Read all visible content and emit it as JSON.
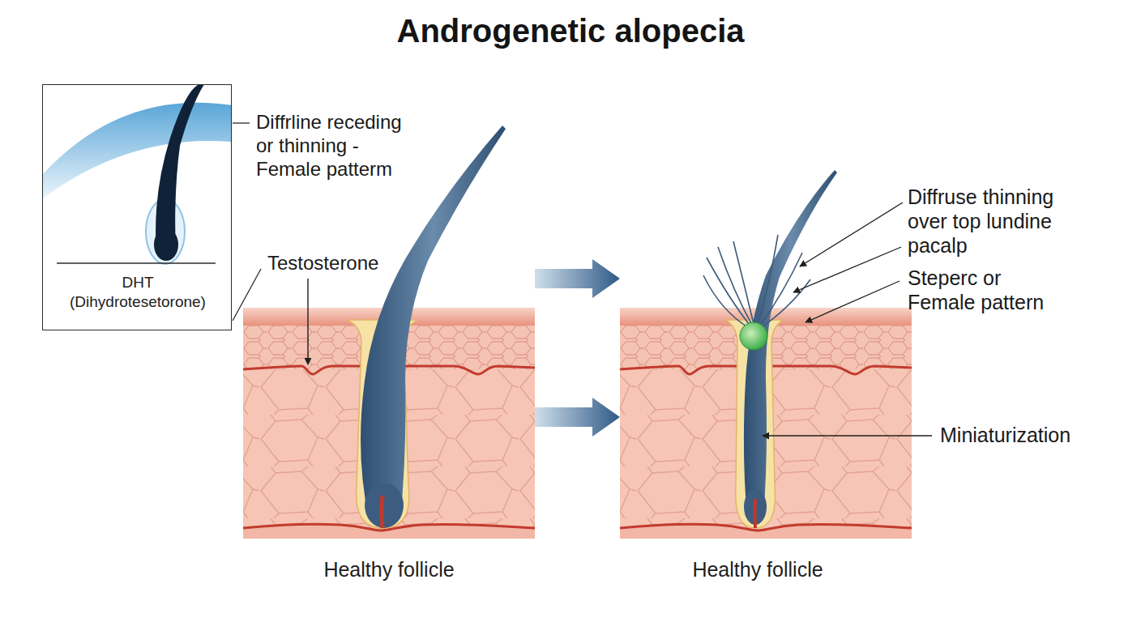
{
  "diagram": {
    "title": "Androgenetic alopecia",
    "nodes": [
      {
        "text": [
          "DHT (Dihydrotesetorone)"
        ]
      },
      {
        "text": [
          "Healthy follicle"
        ]
      },
      {
        "text": [
          "Healthy follicle"
        ]
      }
    ],
    "edges": [
      {
        "from": 1,
        "to": 2,
        "arrow": "to"
      },
      {
        "from": 1,
        "to": 2,
        "arrow": "to"
      }
    ],
    "labels": [
      "Diffrline receding or thinning -Female patterm",
      "Testosterone",
      "Diffruse thinning over top lundine pacalp",
      "Steperc or Female pattern",
      "Miniaturization"
    ]
  }
}
